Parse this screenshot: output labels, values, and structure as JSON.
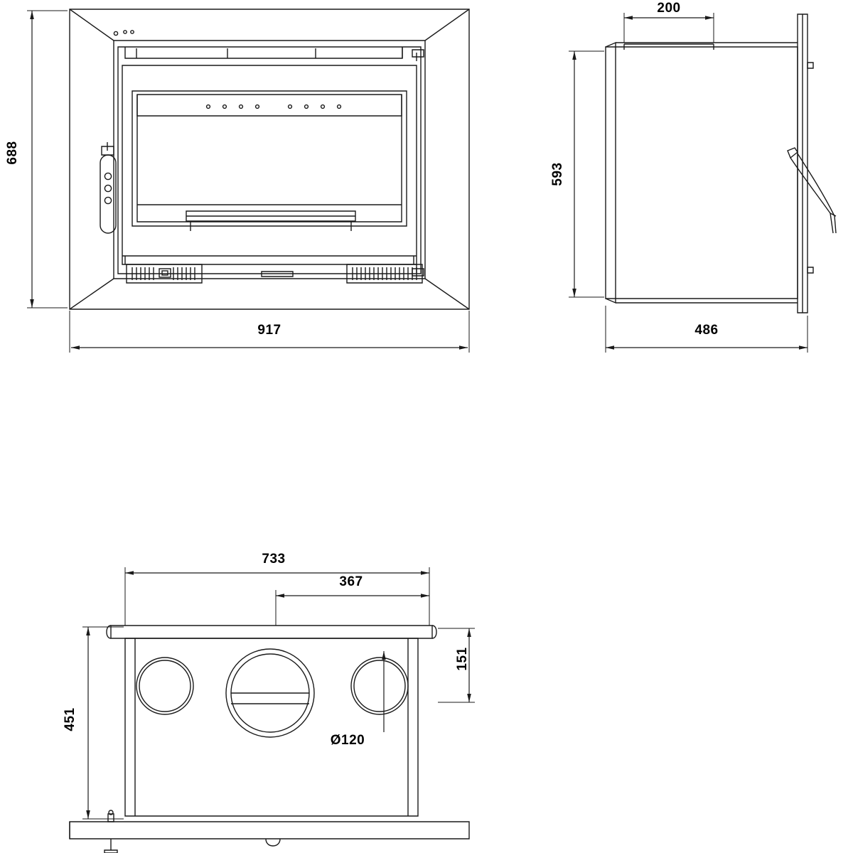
{
  "drawing": {
    "title": "technical-dimension-drawing",
    "units": "mm",
    "line_color": "#1a1a1a",
    "views": [
      {
        "id": "front-view",
        "name": "front elevation of fireplace insert"
      },
      {
        "id": "side-view",
        "name": "side elevation of fireplace insert"
      },
      {
        "id": "top-view",
        "name": "top / plan view of fireplace insert"
      }
    ],
    "dimensions": {
      "front_height": "688",
      "front_width": "917",
      "side_height": "593",
      "side_depth": "486",
      "side_top_offset": "200",
      "top_width": "733",
      "top_center_offset": "367",
      "top_depth": "451",
      "top_right_offset": "151",
      "outlet_diameter": "Ø120"
    }
  }
}
